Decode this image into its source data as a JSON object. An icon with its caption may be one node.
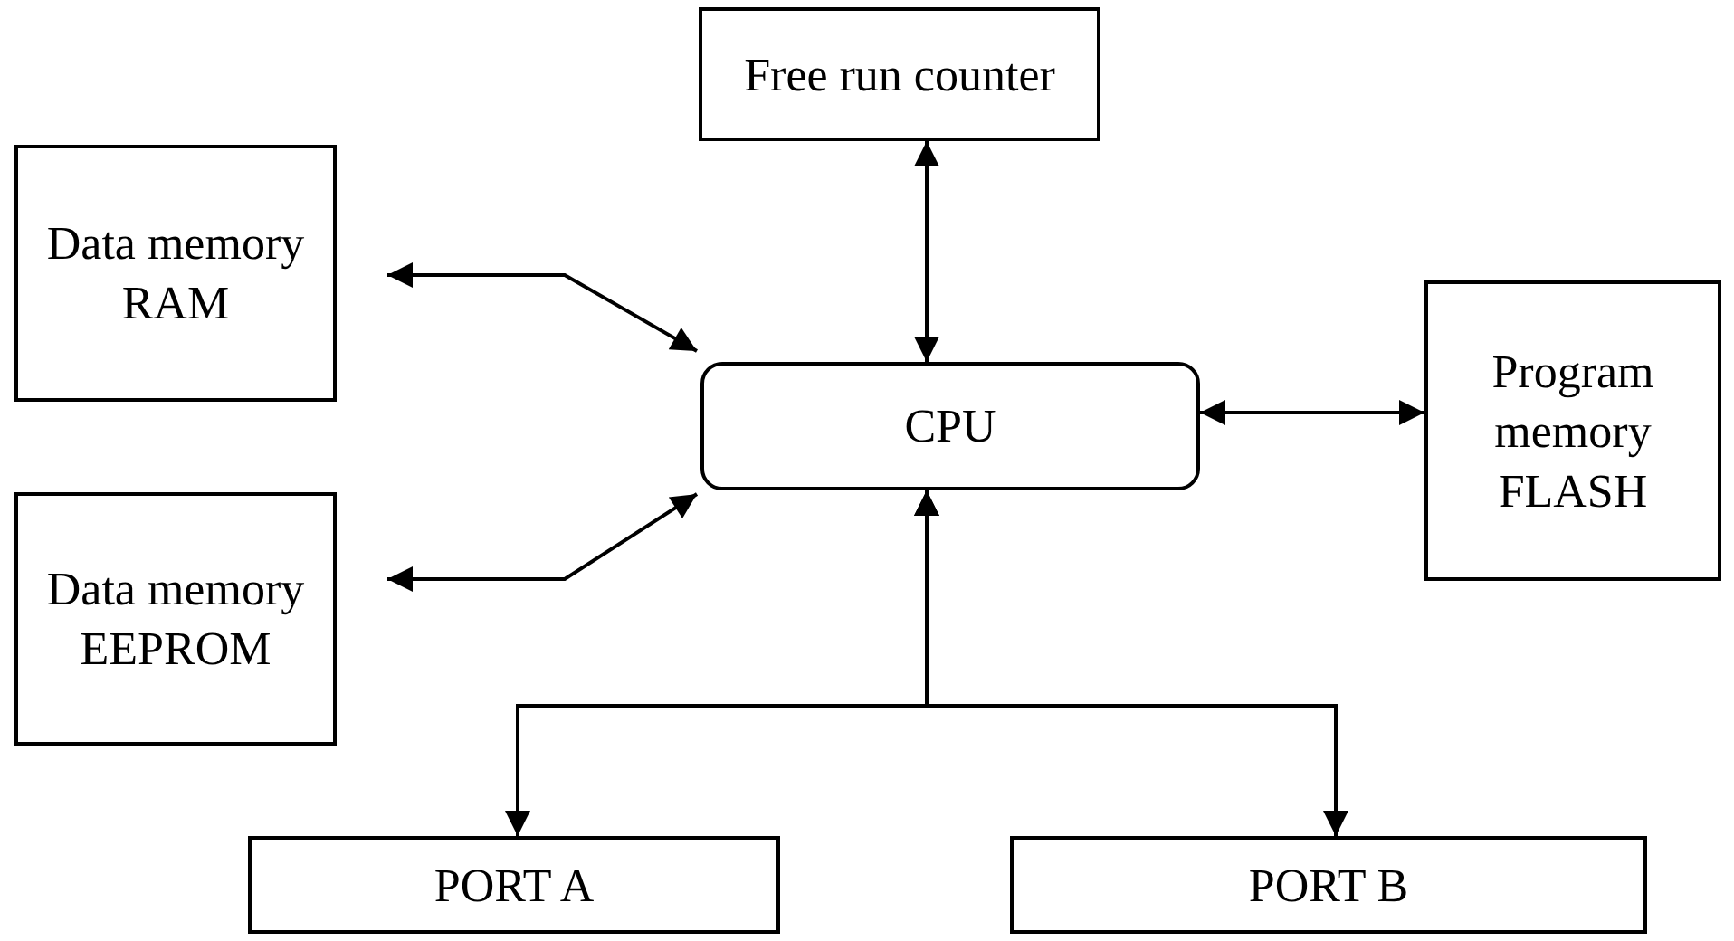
{
  "diagram": {
    "nodes": [
      {
        "text": [
          "Free run counter"
        ]
      },
      {
        "text": [
          "Data memory RAM"
        ]
      },
      {
        "text": [
          "CPU"
        ]
      },
      {
        "text": [
          "Program memory FLASH"
        ]
      },
      {
        "text": [
          "Data memory EEPROM"
        ]
      },
      {
        "text": [
          "PORT A"
        ]
      },
      {
        "text": [
          "PORT B"
        ]
      }
    ],
    "edges": [
      {
        "from": 0,
        "to": 2,
        "arrow": "both"
      },
      {
        "from": 1,
        "to": 2,
        "arrow": "both"
      },
      {
        "from": 2,
        "to": 3,
        "arrow": "both"
      },
      {
        "from": 4,
        "to": 2,
        "arrow": "both"
      },
      {
        "from": 5,
        "to": 2,
        "arrow": "both"
      },
      {
        "from": 6,
        "to": 2,
        "arrow": "both"
      }
    ]
  }
}
